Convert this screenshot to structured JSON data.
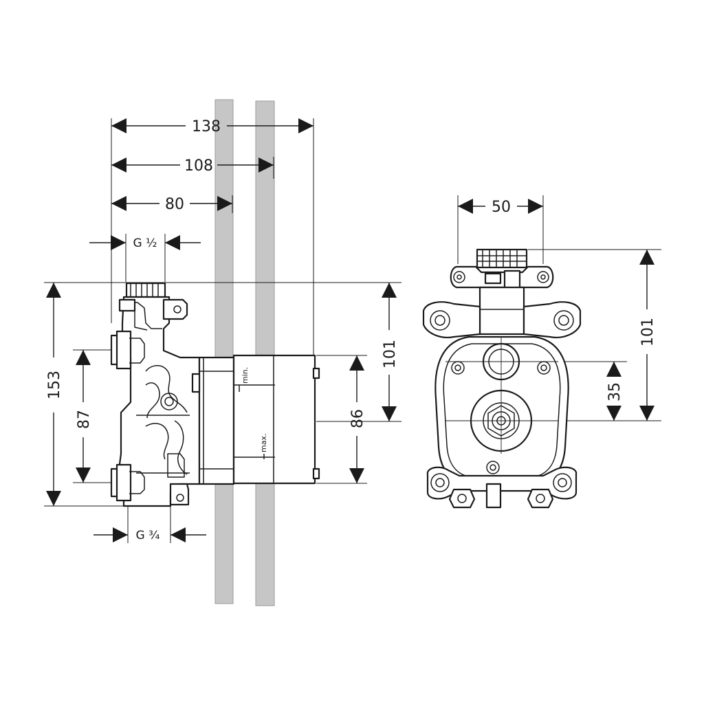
{
  "side_view": {
    "dim_138": "138",
    "dim_108": "108",
    "dim_80": "80",
    "thread_top": "G ½",
    "thread_bottom": "G ¾",
    "dim_153": "153",
    "dim_87": "87",
    "dim_101": "101",
    "dim_86": "86",
    "label_min": "min.",
    "label_max": "max."
  },
  "front_view": {
    "dim_50": "50",
    "dim_101": "101",
    "dim_35": "35"
  }
}
